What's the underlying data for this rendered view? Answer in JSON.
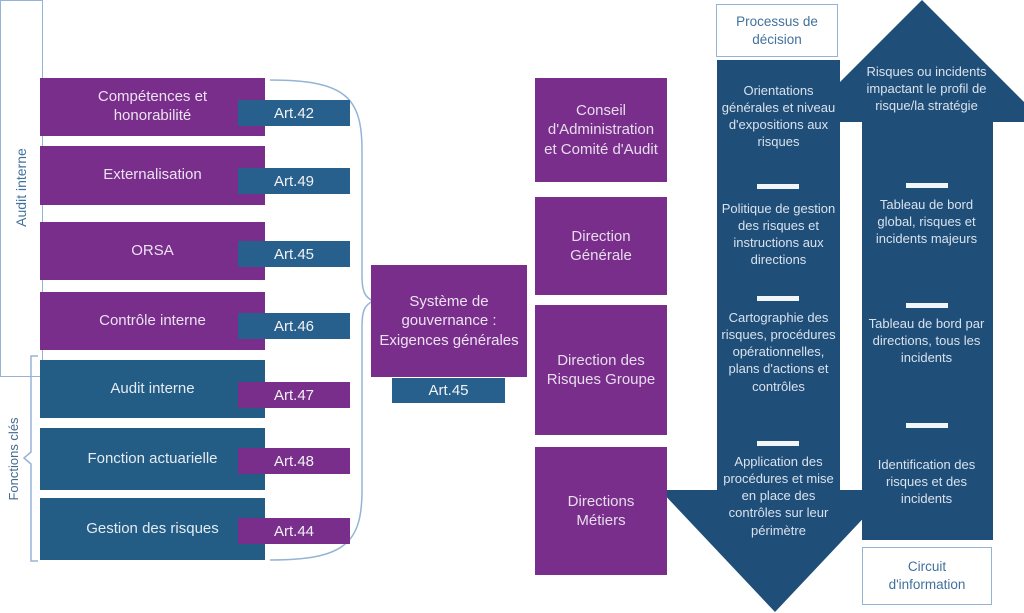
{
  "palette": {
    "purple": "#7A2E8C",
    "navy_arrow": "#1F4E79",
    "steel_blue_box": "#235C85",
    "badge_blue": "#27608C",
    "outline_blue": "#95B3D7",
    "label_text_blue": "#41719C"
  },
  "left_panel": {
    "group_label": "Fonctions clés",
    "items": [
      {
        "label": "Compétences et honorabilité",
        "article": "Art.42"
      },
      {
        "label": "Externalisation",
        "article": "Art.49"
      },
      {
        "label": "ORSA",
        "article": "Art.45"
      },
      {
        "label": "Contrôle interne",
        "article": "Art.46"
      },
      {
        "label": "Audit interne",
        "article": "Art.47"
      },
      {
        "label": "Fonction actuarielle",
        "article": "Art.48"
      },
      {
        "label": "Gestion des risques",
        "article": "Art.44"
      }
    ]
  },
  "center_box": {
    "title": "Système de gouvernance : Exigences générales",
    "article": "Art.45"
  },
  "governance_bodies": [
    "Conseil d'Administration et Comité d'Audit",
    "Direction Générale",
    "Direction des Risques Groupe",
    "Directions Métiers"
  ],
  "audit_internal_label": "Audit interne",
  "decision_flow": {
    "title": "Processus de décision",
    "steps": [
      "Orientations générales et niveau d'expositions aux risques",
      "Politique de gestion des risques et instructions aux directions",
      "Cartographie des risques, procédures opérationnelles, plans d'actions et contrôles",
      "Application des procédures et mise en place des contrôles sur leur périmètre"
    ]
  },
  "information_flow": {
    "title": "Circuit d'information",
    "steps": [
      "Risques ou incidents impactant le profil de risque/la stratégie",
      "Tableau de bord global, risques et incidents majeurs",
      "Tableau de bord par directions, tous les incidents",
      "Identification des risques et des incidents"
    ]
  }
}
